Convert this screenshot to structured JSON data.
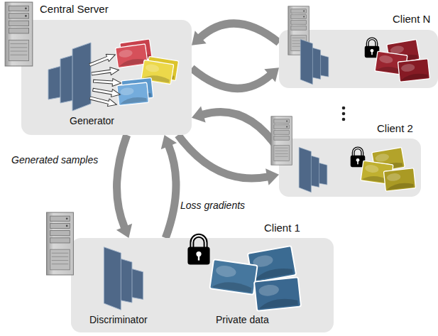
{
  "diagram": {
    "nodes": [
      {
        "text": [
          "Central Server"
        ]
      },
      {
        "text": [
          "Generator"
        ],
        "in": 0
      },
      {
        "text": [
          "Client N"
        ]
      },
      {
        "text": [
          "Client 2"
        ]
      },
      {
        "text": [
          "Client 1"
        ]
      },
      {
        "text": [
          "Discriminator"
        ],
        "in": 4
      },
      {
        "text": [
          "Private data"
        ],
        "in": 4
      }
    ],
    "edges": [
      {
        "from": 0,
        "to": 2,
        "arrow": "to"
      },
      {
        "from": 2,
        "to": 0,
        "arrow": "to"
      },
      {
        "from": 0,
        "to": 3,
        "arrow": "to"
      },
      {
        "from": 3,
        "to": 0,
        "arrow": "to"
      },
      {
        "from": 0,
        "to": 4,
        "label": "Generated samples",
        "arrow": "to"
      },
      {
        "from": 4,
        "to": 0,
        "label": "Loss gradients",
        "arrow": "to"
      }
    ]
  }
}
